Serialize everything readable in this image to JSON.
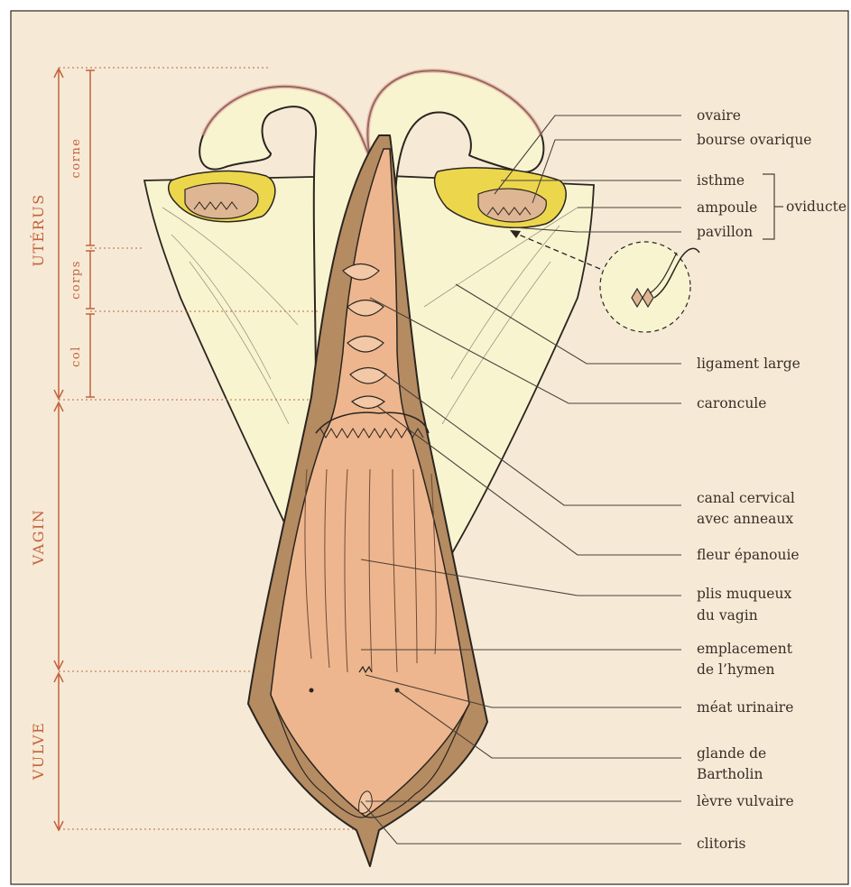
{
  "diagram": {
    "colors": {
      "paper": "#f6ead7",
      "broad_ligament": "#f8f4d0",
      "mucosa": "#eeb68e",
      "muscle": "#b58b62",
      "outline": "#2b2520",
      "leader": "#4a4038",
      "bracket": "#c2623a",
      "ovary": "#deb693",
      "fat": "#ecd74c",
      "halo": "#e7a397"
    },
    "regions": {
      "uterus": "UTÉRUS",
      "vagina": "VAGIN",
      "vulva": "VULVE",
      "horn": "corne",
      "body": "corps",
      "cervix": "col"
    },
    "labels": {
      "ovary": "ovaire",
      "ovarian_bursa": "bourse ovarique",
      "isthmus": "isthme",
      "ampulla": "ampoule",
      "infundibulum": "pavillon",
      "oviduct": "oviducte",
      "broad_ligament": "ligament large",
      "caruncle": "caroncule",
      "cervical_canal_1": "canal cervical",
      "cervical_canal_2": "avec anneaux",
      "flower": "fleur épanouie",
      "vaginal_folds_1": "plis muqueux",
      "vaginal_folds_2": "du vagin",
      "hymen_1": "emplacement",
      "hymen_2": "de l’hymen",
      "urinary_meatus": "méat urinaire",
      "bartholin_1": "glande de",
      "bartholin_2": "Bartholin",
      "vulvar_lip": "lèvre vulvaire",
      "clitoris": "clitoris"
    }
  }
}
